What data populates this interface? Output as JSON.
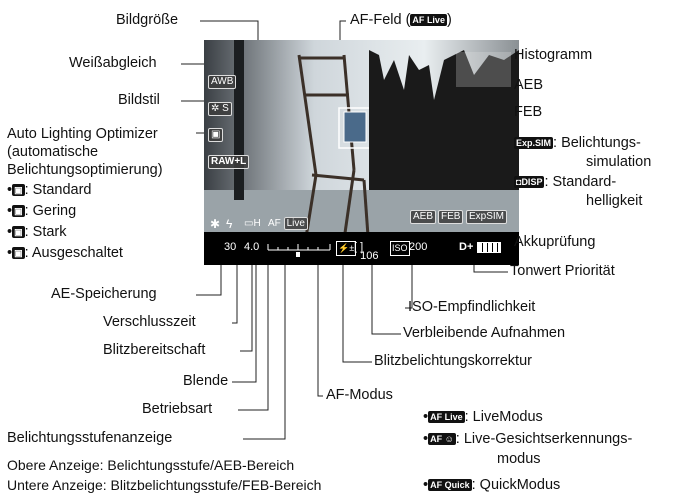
{
  "callouts": {
    "bildgroesse": "Bildgröße",
    "weissabgleich": "Weißabgleich",
    "bildstil": "Bildstil",
    "alo_title": "Auto Lighting Optimizer",
    "alo_sub1": "(automatische",
    "alo_sub2": "Belichtungsoptimierung)",
    "alo_items": [
      ": Standard",
      ": Gering",
      ": Stark",
      ": Ausgeschaltet"
    ],
    "ae_speicherung": "AE-Speicherung",
    "verschlusszeit": "Verschlusszeit",
    "blitzbereitschaft": "Blitzbereitschaft",
    "blende": "Blende",
    "betriebsart": "Betriebsart",
    "belichtungsstufenanzeige": "Belichtungsstufenanzeige",
    "obere_anzeige": "Obere Anzeige: Belichtungsstufe/AEB-Bereich",
    "untere_anzeige": "Untere Anzeige: Blitzbelichtungsstufe/FEB-Bereich",
    "af_feld": "AF-Feld (",
    "af_feld_end": ")",
    "histogramm": "Histogramm",
    "aeb": "AEB",
    "feb": "FEB",
    "expsim_label": ": Belichtungs-",
    "expsim_label2": "simulation",
    "disp_label": ": Standard-",
    "disp_label2": "helligkeit",
    "akkupruefung": "Akkuprüfung",
    "tonwert": "Tonwert Priorität",
    "iso": "ISO-Empfindlichkeit",
    "verbleibende": "Verbleibende Aufnahmen",
    "blitzkorrektur": "Blitzbelichtungskorrektur",
    "af_modus": "AF-Modus",
    "af_live": ": LiveModus",
    "af_face": ": Live-Gesichtserkennungs-",
    "af_face2": "modus",
    "af_quick": ": QuickModus"
  },
  "badges": {
    "live": "Live",
    "expsim": "Exp.SIM",
    "disp": "DISP",
    "quick": "Quick",
    "af": "AF"
  },
  "screen": {
    "awb": "AWB",
    "style": "S",
    "raw": "RAW+L",
    "aeb": "AEB",
    "feb": "FEB",
    "expsim": "ExpSIM",
    "shutter": "30",
    "aperture": "4.0",
    "shots": "106",
    "iso": "200",
    "d_plus": "D+",
    "af_live_icon": "AF",
    "af_live_box": "Live",
    "drive": "H"
  }
}
